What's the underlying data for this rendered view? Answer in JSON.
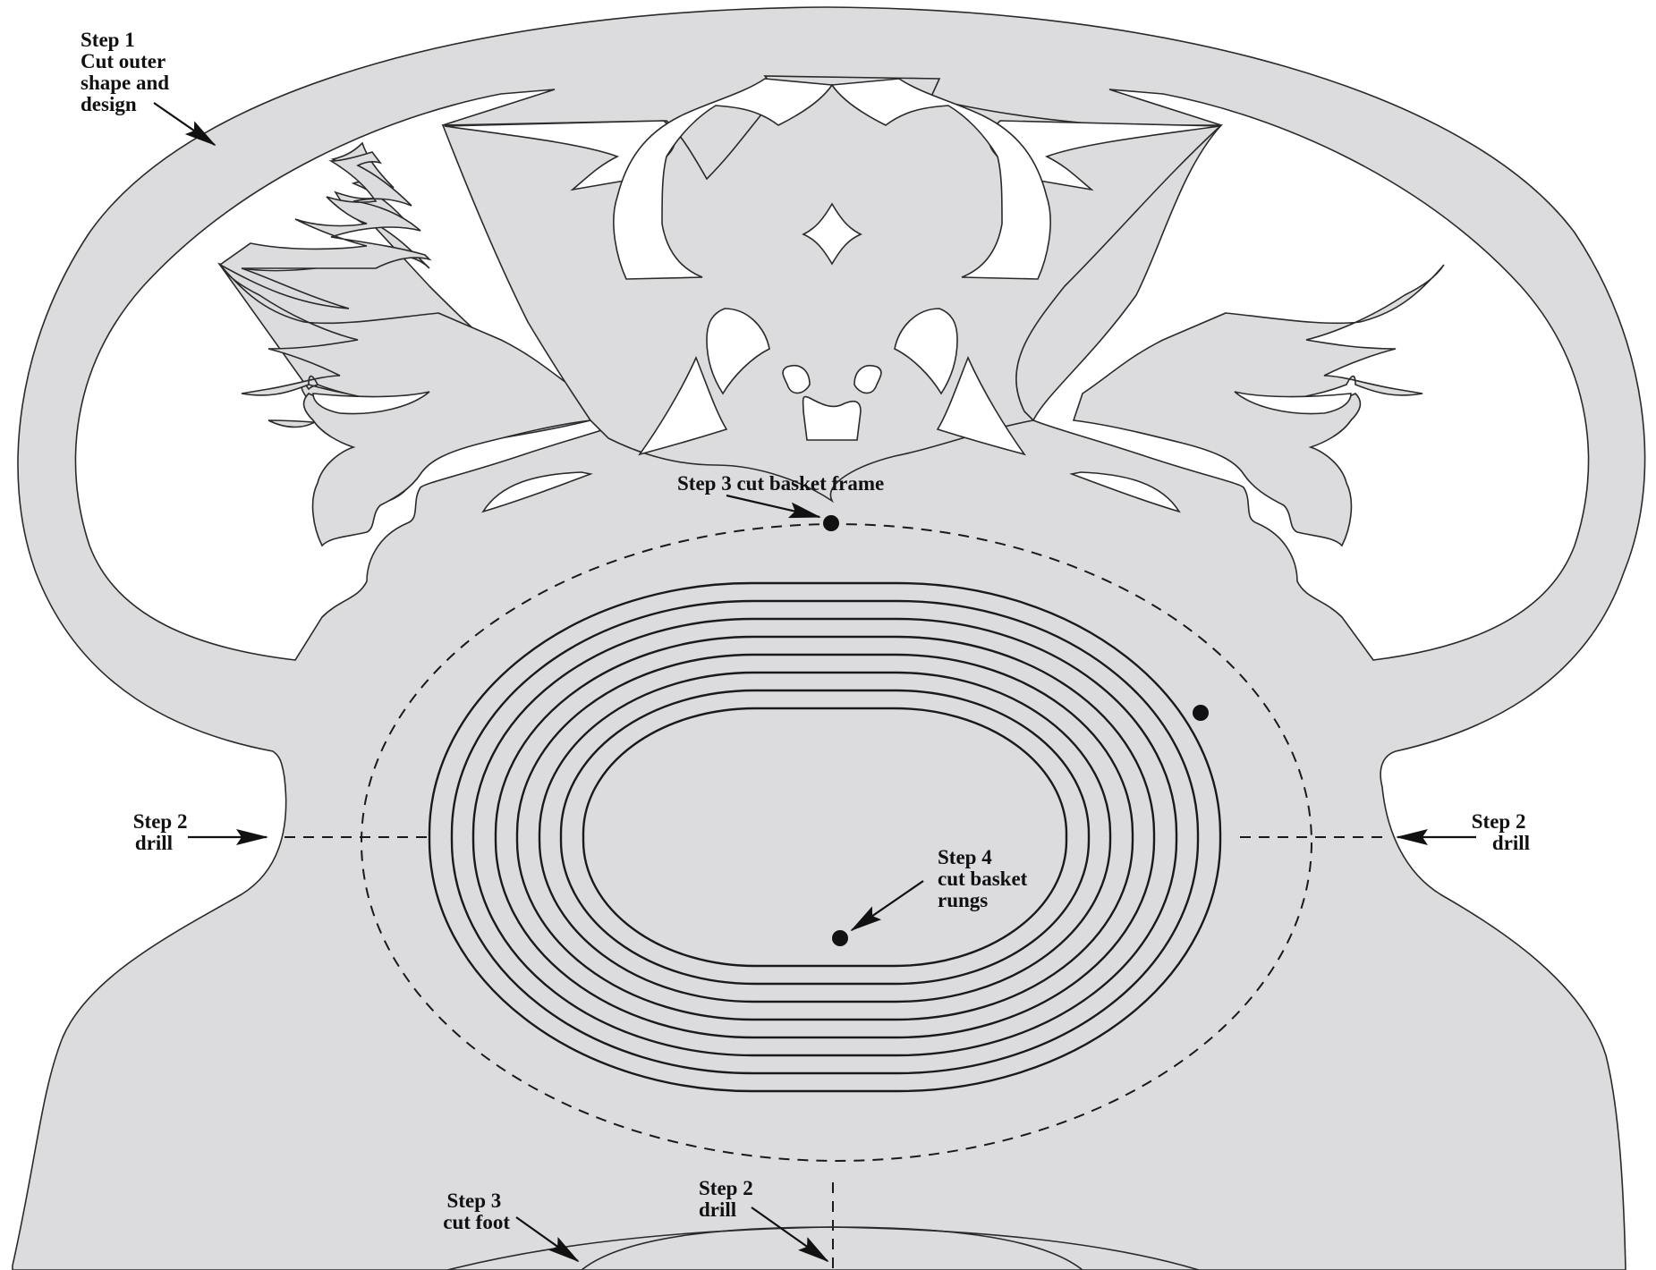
{
  "labels": {
    "step1": [
      "Step 1",
      "Cut outer",
      "shape and",
      "design"
    ],
    "step2_left": [
      "Step 2",
      "drill"
    ],
    "step2_right": [
      "Step 2",
      "drill"
    ],
    "step3_frame": [
      "Step 3 cut basket frame"
    ],
    "step4": [
      "Step 4",
      "cut basket",
      "rungs"
    ],
    "step3_foot": [
      "Step 3",
      "cut foot"
    ],
    "step2_bottom": [
      "Step 2",
      "drill"
    ]
  },
  "colors": {
    "fill": "#dcdcde",
    "line": "#2a2a2a",
    "background": "#ffffff"
  },
  "icons": [
    "drill-hole-icon",
    "arrow-icon"
  ]
}
